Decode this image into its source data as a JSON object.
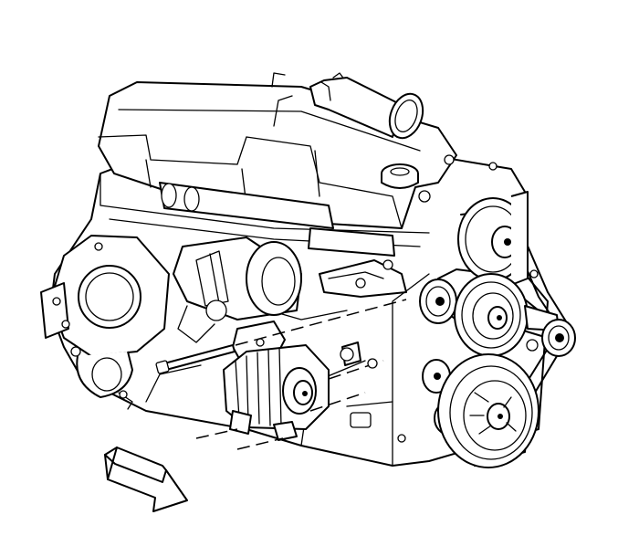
{
  "figure": {
    "colors": {
      "line": "#000000",
      "background": "#ffffff"
    },
    "parts": [
      "engine-block",
      "cylinder-head-cover",
      "oil-filler-cap",
      "air-intake-tube",
      "flywheel-housing",
      "generator",
      "generator-bolt",
      "generator-bracket",
      "idler-pulley",
      "belt-tensioner",
      "water-pump-pulley",
      "power-steering-pump-pulley",
      "ac-compressor",
      "drive-belt"
    ],
    "icons": [
      "view-direction-arrow-icon"
    ]
  }
}
